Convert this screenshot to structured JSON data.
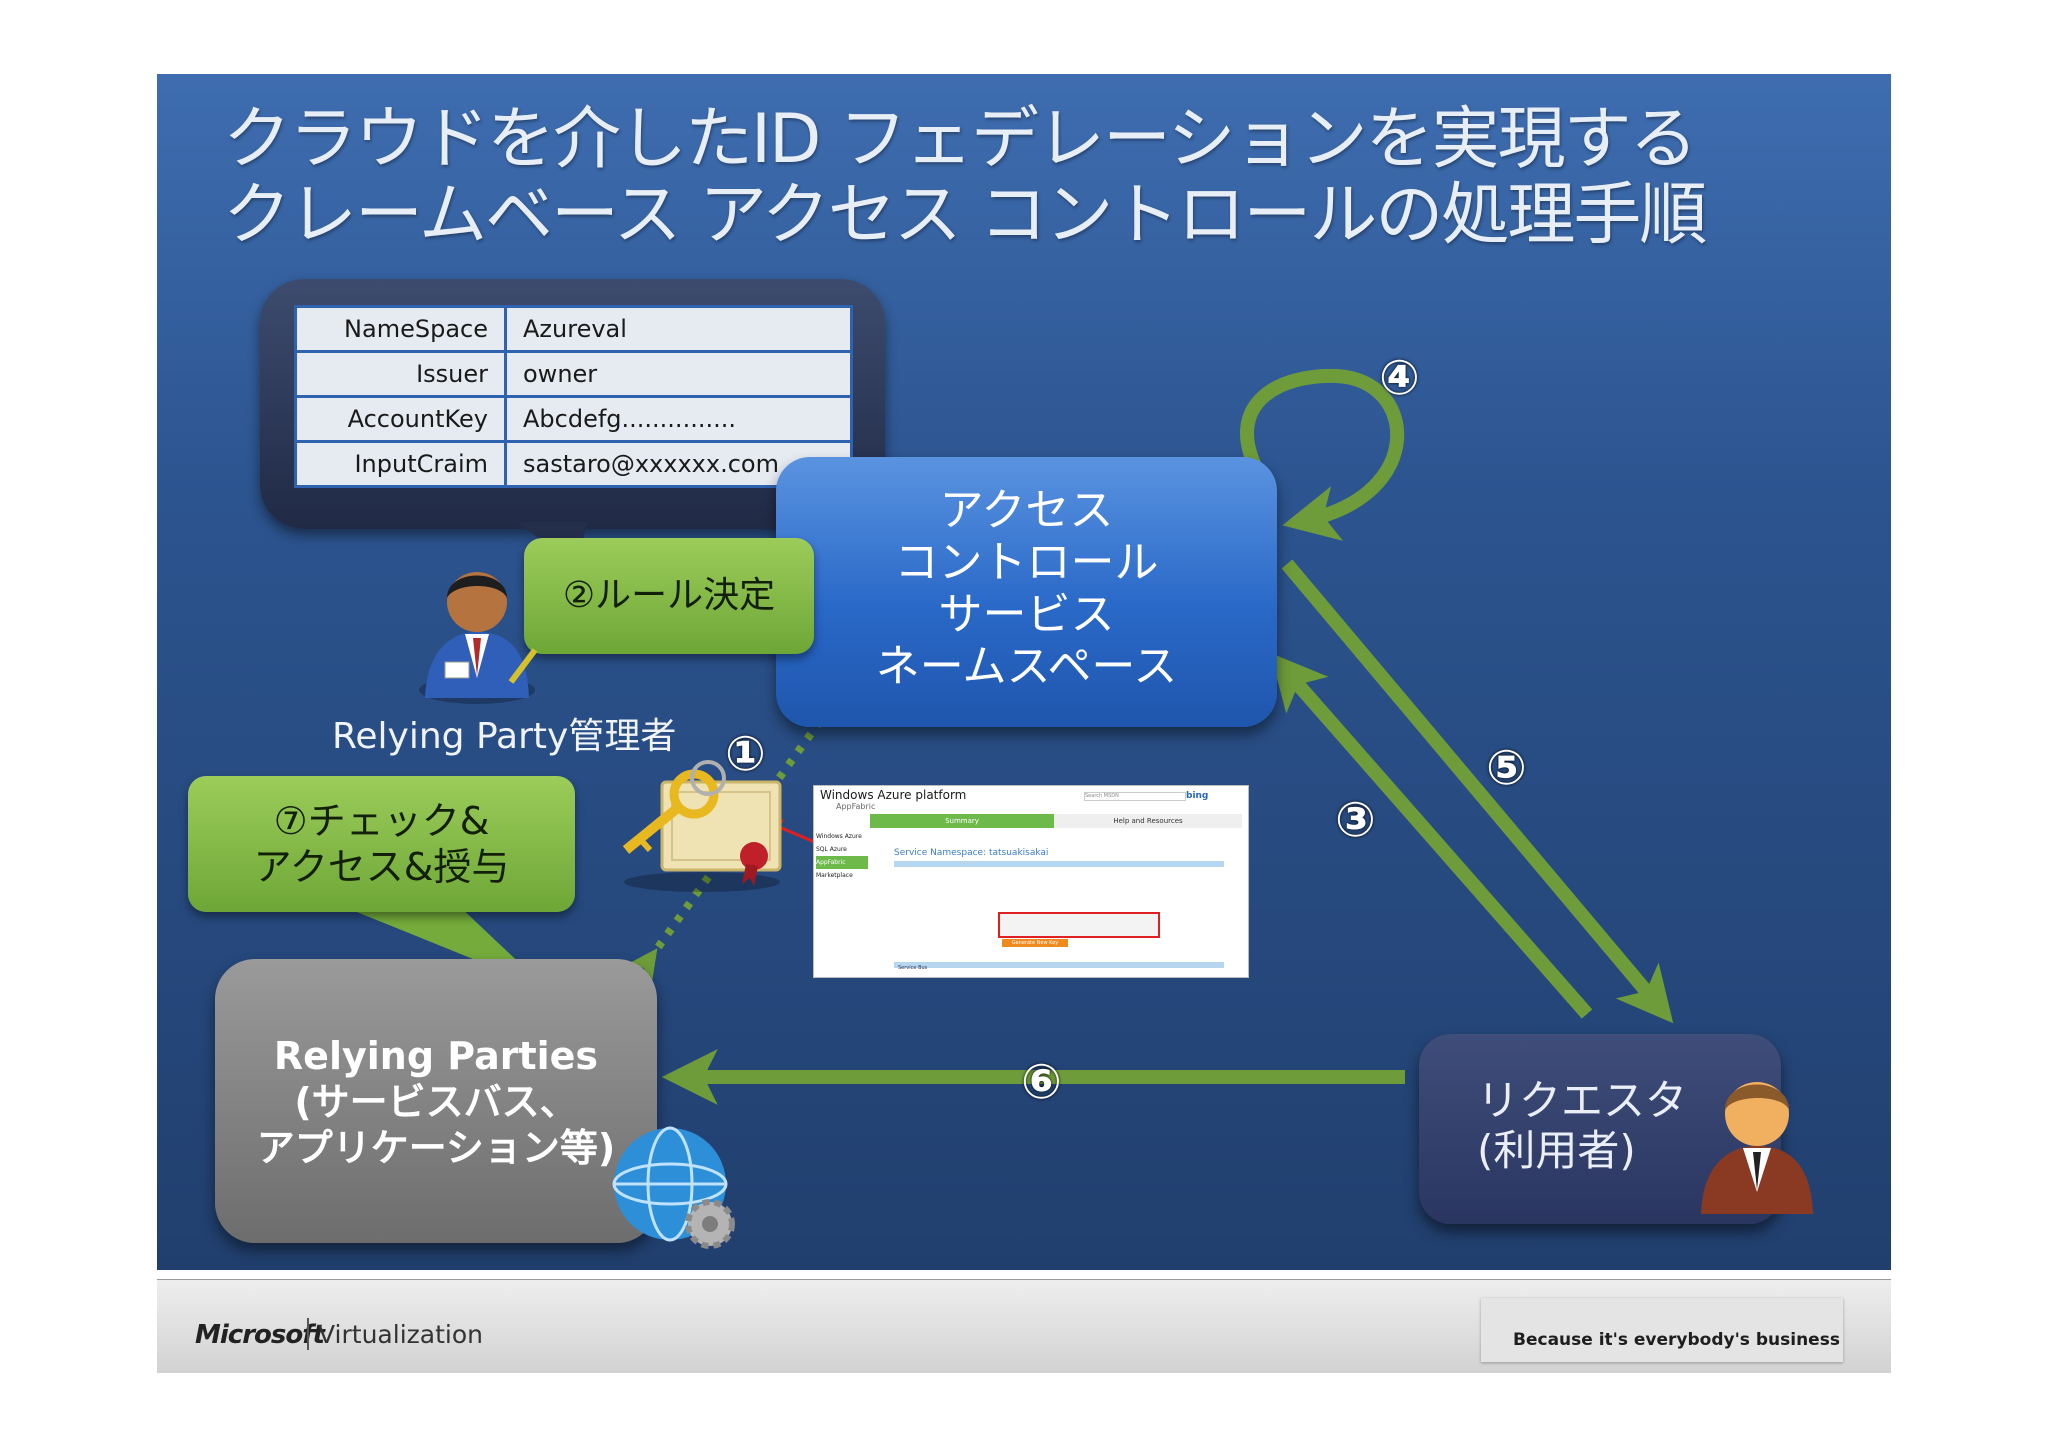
{
  "title": {
    "line1": "クラウドを介したID フェデレーションを実現する",
    "line2": "クレームベース アクセス コントロールの処理手順"
  },
  "credentials": {
    "rows": [
      {
        "key": "NameSpace",
        "value": "Azureval"
      },
      {
        "key": "Issuer",
        "value": "owner"
      },
      {
        "key": "AccountKey",
        "value": "Abcdefg..............."
      },
      {
        "key": "InputCraim",
        "value": "sastaro@xxxxxx.com"
      }
    ]
  },
  "rule_bubble": "②ルール決定",
  "rp_admin_label": "Relying Party管理者",
  "check_bubble": {
    "line1": "⑦チェック&",
    "line2": "アクセス&授与"
  },
  "acs": {
    "lines": [
      "アクセス",
      "コントロール",
      "サービス",
      "ネームスペース"
    ]
  },
  "relying_parties": {
    "lines": [
      "Relying Parties",
      "(サービスバス、",
      "アプリケーション等)"
    ]
  },
  "requester": {
    "line1": "リクエスタ",
    "line2": "(利用者)"
  },
  "steps": {
    "s1": "①",
    "s3": "③",
    "s4": "④",
    "s5": "⑤",
    "s6": "⑥"
  },
  "portal": {
    "brand": "Windows Azure platform",
    "sub": "AppFabric",
    "search": "Search MSDN",
    "bing": "bing",
    "tab_summary": "Summary",
    "tab_help": "Help and Resources",
    "nav": [
      "Windows Azure",
      "SQL Azure",
      "AppFabric",
      "Marketplace"
    ],
    "namespace_title": "Service Namespace: tatsuakisakai",
    "generate_button": "Generate New Key",
    "section2": "Service Bus"
  },
  "footer": {
    "logo": "Microsoft",
    "product": "Virtualization",
    "tagline": "Because it's everybody's business"
  },
  "colors": {
    "slide_bg": "#2c548f",
    "green_arrow": "#6e9c3a",
    "acs_blue": "#2a69c8",
    "rp_gray": "#7d7d7d",
    "requester_navy": "#2f3b66",
    "highlight_red": "#e02020"
  },
  "icons": [
    "admin-user-icon",
    "requester-user-icon",
    "keys-certificate-icon",
    "globe-gear-icon"
  ]
}
